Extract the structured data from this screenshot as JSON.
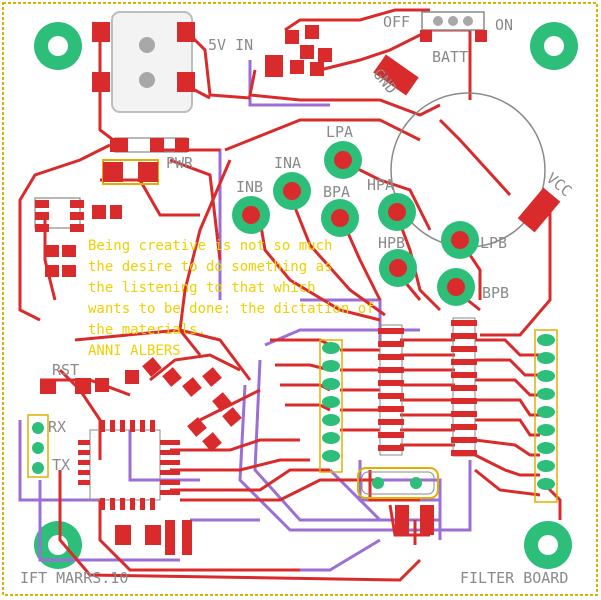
{
  "board": {
    "title": "FILTER BOARD",
    "credit": "IFT MARRS.10",
    "colors": {
      "top_copper": "#d92b2b",
      "bottom_copper": "#9b6fd6",
      "pad_green": "#2dbf7a",
      "silkscreen": "#8a8a8a",
      "doc_text": "#f0d000"
    }
  },
  "labels": {
    "power_in": "5V IN",
    "power_led": "PWR",
    "off": "OFF",
    "on": "ON",
    "batt": "BATT",
    "gnd": "GND",
    "vcc": "VCC",
    "rst": "RST",
    "rx": "RX",
    "tx": "TX",
    "ina": "INA",
    "inb": "INB",
    "lpa": "LPA",
    "bpa": "BPA",
    "hpa": "HPA",
    "hpb": "HPB",
    "lpb": "LPB",
    "bpb": "BPB"
  },
  "quote": {
    "lines": [
      "Being creative is not so much",
      "the desire to do something as",
      "the listening to that which",
      "wants to be done: the dictation of",
      "the materials.",
      "ANNI ALBERS"
    ]
  }
}
